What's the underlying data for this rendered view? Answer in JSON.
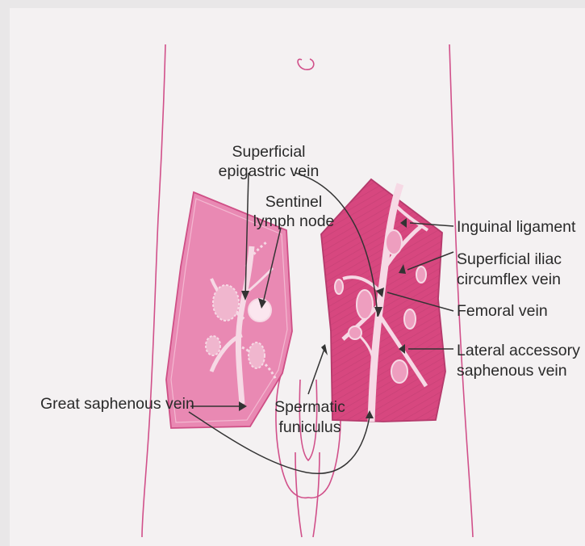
{
  "figure": {
    "labels": {
      "superficial_epigastric_vein": [
        "Superficial",
        "epigastric vein"
      ],
      "sentinel_lymph_node": [
        "Sentinel",
        "lymph node"
      ],
      "inguinal_ligament": [
        "Inguinal ligament"
      ],
      "superficial_iliac_circumflex_vein": [
        "Superficial iliac",
        "circumflex vein"
      ],
      "femoral_vein": [
        "Femoral vein"
      ],
      "lateral_accessory_saphenous_vein": [
        "Lateral accessory",
        "saphenous vein"
      ],
      "great_saphenous_vein": [
        "Great saphenous vein"
      ],
      "spermatic_funiculus": [
        "Spermatic",
        "funiculus"
      ]
    },
    "colors": {
      "background": "#f4f1f2",
      "skin_outline": "#d1508a",
      "left_flap": "#e989b3",
      "right_flap": "#d7477f",
      "vessels": "#f6d9e5",
      "leader_lines": "#333333",
      "label_text": "#2a2a2a"
    }
  }
}
